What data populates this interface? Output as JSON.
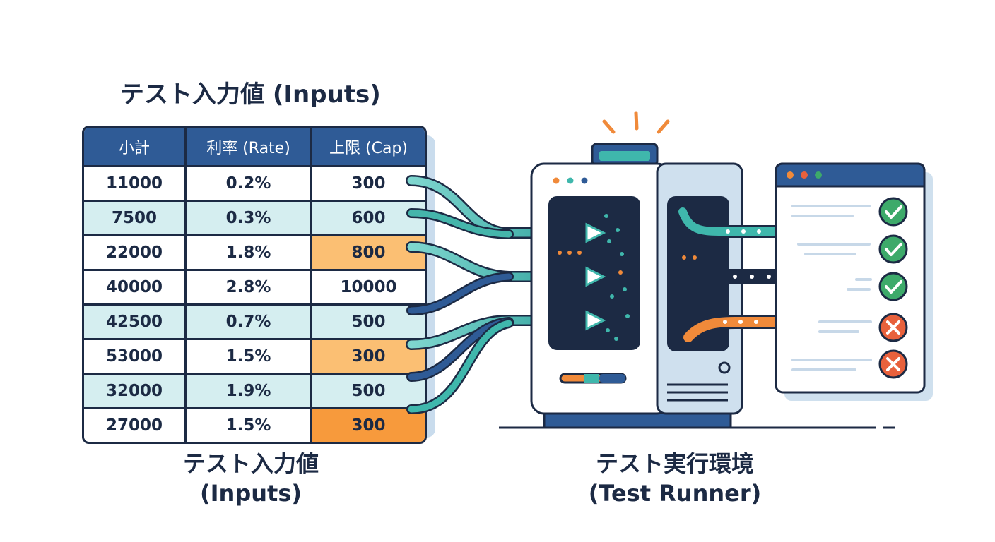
{
  "top_title": "テスト入力値 (Inputs)",
  "table": {
    "headers": [
      "小計",
      "利率 (Rate)",
      "上限 (Cap)"
    ],
    "rows": [
      {
        "subtotal": "11000",
        "rate": "0.2%",
        "cap": "300",
        "highlight": "none"
      },
      {
        "subtotal": "7500",
        "rate": "0.3%",
        "cap": "600",
        "highlight": "none"
      },
      {
        "subtotal": "22000",
        "rate": "1.8%",
        "cap": "800",
        "highlight": "light"
      },
      {
        "subtotal": "40000",
        "rate": "2.8%",
        "cap": "10000",
        "highlight": "none"
      },
      {
        "subtotal": "42500",
        "rate": "0.7%",
        "cap": "500",
        "highlight": "none"
      },
      {
        "subtotal": "53000",
        "rate": "1.5%",
        "cap": "300",
        "highlight": "light"
      },
      {
        "subtotal": "32000",
        "rate": "1.9%",
        "cap": "500",
        "highlight": "none"
      },
      {
        "subtotal": "27000",
        "rate": "1.5%",
        "cap": "300",
        "highlight": "strong"
      }
    ]
  },
  "captions": {
    "inputs_line1": "テスト入力値",
    "inputs_line2": "(Inputs)",
    "runner_line1": "テスト実行環境",
    "runner_line2": "(Test Runner)"
  },
  "results": [
    {
      "status": "pass",
      "icon": "check-icon"
    },
    {
      "status": "pass",
      "icon": "check-icon"
    },
    {
      "status": "pass",
      "icon": "check-icon"
    },
    {
      "status": "fail",
      "icon": "cross-icon"
    },
    {
      "status": "fail",
      "icon": "cross-icon"
    }
  ],
  "colors": {
    "navy": "#1c2a44",
    "header_blue": "#2f5b96",
    "teal": "#3fb7ac",
    "orange": "#f08a3a",
    "pass_green": "#3daa6a",
    "fail_red": "#e8613c"
  }
}
